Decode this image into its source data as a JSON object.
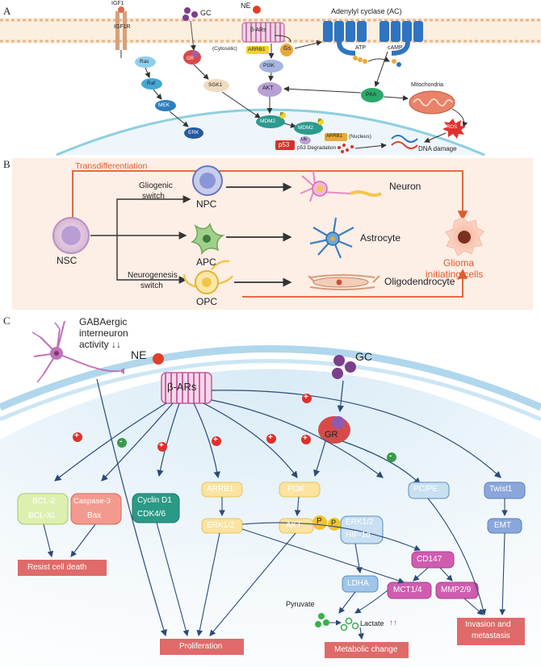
{
  "panel_a": {
    "letter": "A",
    "igf1": "IGF1",
    "igf1r": "IGF1R",
    "gc": "GC",
    "ne": "NE",
    "beta_ars": "β-ARs",
    "ac": "Adenylyl cyclase (AC)",
    "cytosolic_arrb1": "(Cytosolic)",
    "arrb1": "ARRB1",
    "gs": "Gs",
    "atp": "ATP",
    "camp": "cAMP",
    "ras": "Ras",
    "raf": "Raf",
    "mek": "MEK",
    "erk": "ERK",
    "gr": "GR",
    "sgk1": "SGK1",
    "pi3k": "PI3K",
    "akt": "AKT",
    "pka": "PKA",
    "mitochondria": "Mitochondria",
    "mdm2": "MDM2",
    "p": "P",
    "arrb1_nucleus": "ARRB1",
    "nucleus": "(Nucleus)",
    "p53": "p53",
    "ub": "Ub",
    "p53_deg": "p53 Degradation",
    "ros": "ROS",
    "dna_damage": "DNA damage"
  },
  "panel_b": {
    "letter": "B",
    "transdiff": "Transdifferentiation",
    "nsc": "NSC",
    "gliogenic": "Gliogenic",
    "switch1": "switch",
    "neurogenesis": "Neurogenesis",
    "switch2": "switch",
    "npc": "NPC",
    "apc": "APC",
    "opc": "OPC",
    "neuron": "Neuron",
    "astrocyte": "Astrocyte",
    "oligo": "Oligodendrocyte",
    "glioma1": "Glioma",
    "glioma2": "initiating cells"
  },
  "panel_c": {
    "letter": "C",
    "gaba1": "GABAergic",
    "gaba2": "interneuron",
    "gaba3": "activity ↓↓",
    "ne": "NE",
    "beta_ars": "β-ARs",
    "gc": "GC",
    "gr": "GR",
    "bcl2": "BCL-2",
    "bclxl": "BCL-XL",
    "casp3": "Caspase-3",
    "bax": "Bax",
    "cyclind1": "Cyclin D1",
    "cdk46": "CDK4/6",
    "arrb1": "ARRB1",
    "erk12": "ERK1/2",
    "pi3k": "PI3K",
    "akt": "AKT",
    "p": "P",
    "erk12b": "ERK1/2",
    "hif": "HIF-1α",
    "pcpe": "PC/PE",
    "twist1": "Twist1",
    "emt": "EMT",
    "cd147": "CD147",
    "ldha": "LDHA",
    "mct14": "MCT1/4",
    "mmp29": "MMP2/9",
    "pyruvate": "Pyruvate",
    "lactate": "Lactate",
    "lactate_arrows": "↑↑",
    "resist": "Resist cell death",
    "prolif": "Proliferation",
    "metab": "Metabolic change",
    "invasion1": "Invasion and",
    "invasion2": "metastasis",
    "plus": "+",
    "minus": "-"
  },
  "colors": {
    "membrane": "#f5d9b8",
    "panel_b_bg": "#fdeee6",
    "arrow_red": "#e05a2b",
    "box_red": "#e06a6a",
    "cytoplasm": "#e9f3fa"
  }
}
